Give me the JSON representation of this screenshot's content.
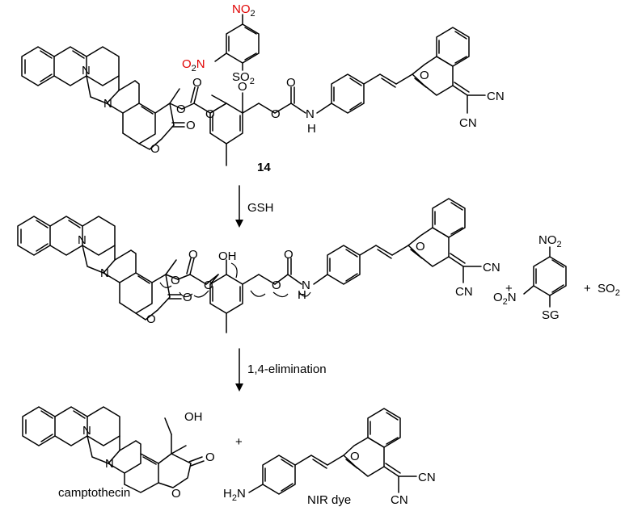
{
  "labels": {
    "compound_number": "14",
    "step1_reagent": "GSH",
    "step2_reagent": "1,4-elimination",
    "product1_name": "camptothecin",
    "product2_name": "NIR dye",
    "plus": "+",
    "so2_byproduct_main": "SO",
    "so2_byproduct_sub": "2",
    "thiol_byproduct_sg": "SG"
  },
  "atoms": {
    "N": "N",
    "O": "O",
    "H": "H",
    "OH": "OH",
    "CN": "CN",
    "NO": "NO",
    "SO": "SO",
    "sub2": "2",
    "H2N_H": "H",
    "H2N_N": "N"
  },
  "colors": {
    "nitro_highlight": "#e00000",
    "ink": "#000000"
  }
}
